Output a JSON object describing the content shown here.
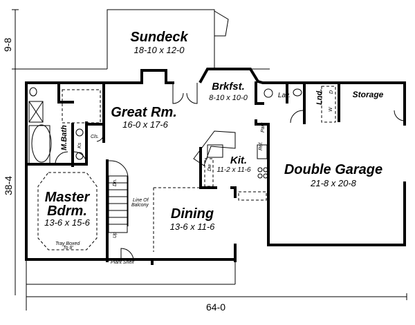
{
  "dimensions": {
    "depth_deck": "9-8",
    "depth_house": "38-4",
    "width": "64-0"
  },
  "rooms": {
    "sundeck": {
      "name": "Sundeck",
      "size": "18-10 x 12-0"
    },
    "great_room": {
      "name": "Great Rm.",
      "size": "16-0 x 17-6"
    },
    "breakfast": {
      "name": "Brkfst.",
      "size": "8-10 x 10-0"
    },
    "kitchen": {
      "name": "Kit.",
      "size": "11-2 x 11-6"
    },
    "dining": {
      "name": "Dining",
      "size": "13-6 x 11-6"
    },
    "master_bedroom": {
      "name_line1": "Master",
      "name_line2": "Bdrm.",
      "size": "13-6 x 15-6"
    },
    "garage": {
      "name": "Double Garage",
      "size": "21-8 x 20-8"
    },
    "storage": {
      "name": "Storage"
    },
    "lav": {
      "name": "Lav."
    },
    "laundry": {
      "name": "Lnd."
    },
    "master_bath": {
      "name": "M.Bath"
    }
  },
  "notes": {
    "closet": "Cls.",
    "ks": "Ks",
    "down": "Dn.",
    "up": "Up",
    "balcony_line1": "Line Of",
    "balcony_line2": "Balcony",
    "tray_line1": "Tray Boxed",
    "tray_line2": "To 8'",
    "plant_shelf": "Plant Shelf",
    "pantry": "Pant",
    "refrigerator": "Ref.",
    "dishwasher": "Dw",
    "washer": "W",
    "dryer": "D"
  }
}
